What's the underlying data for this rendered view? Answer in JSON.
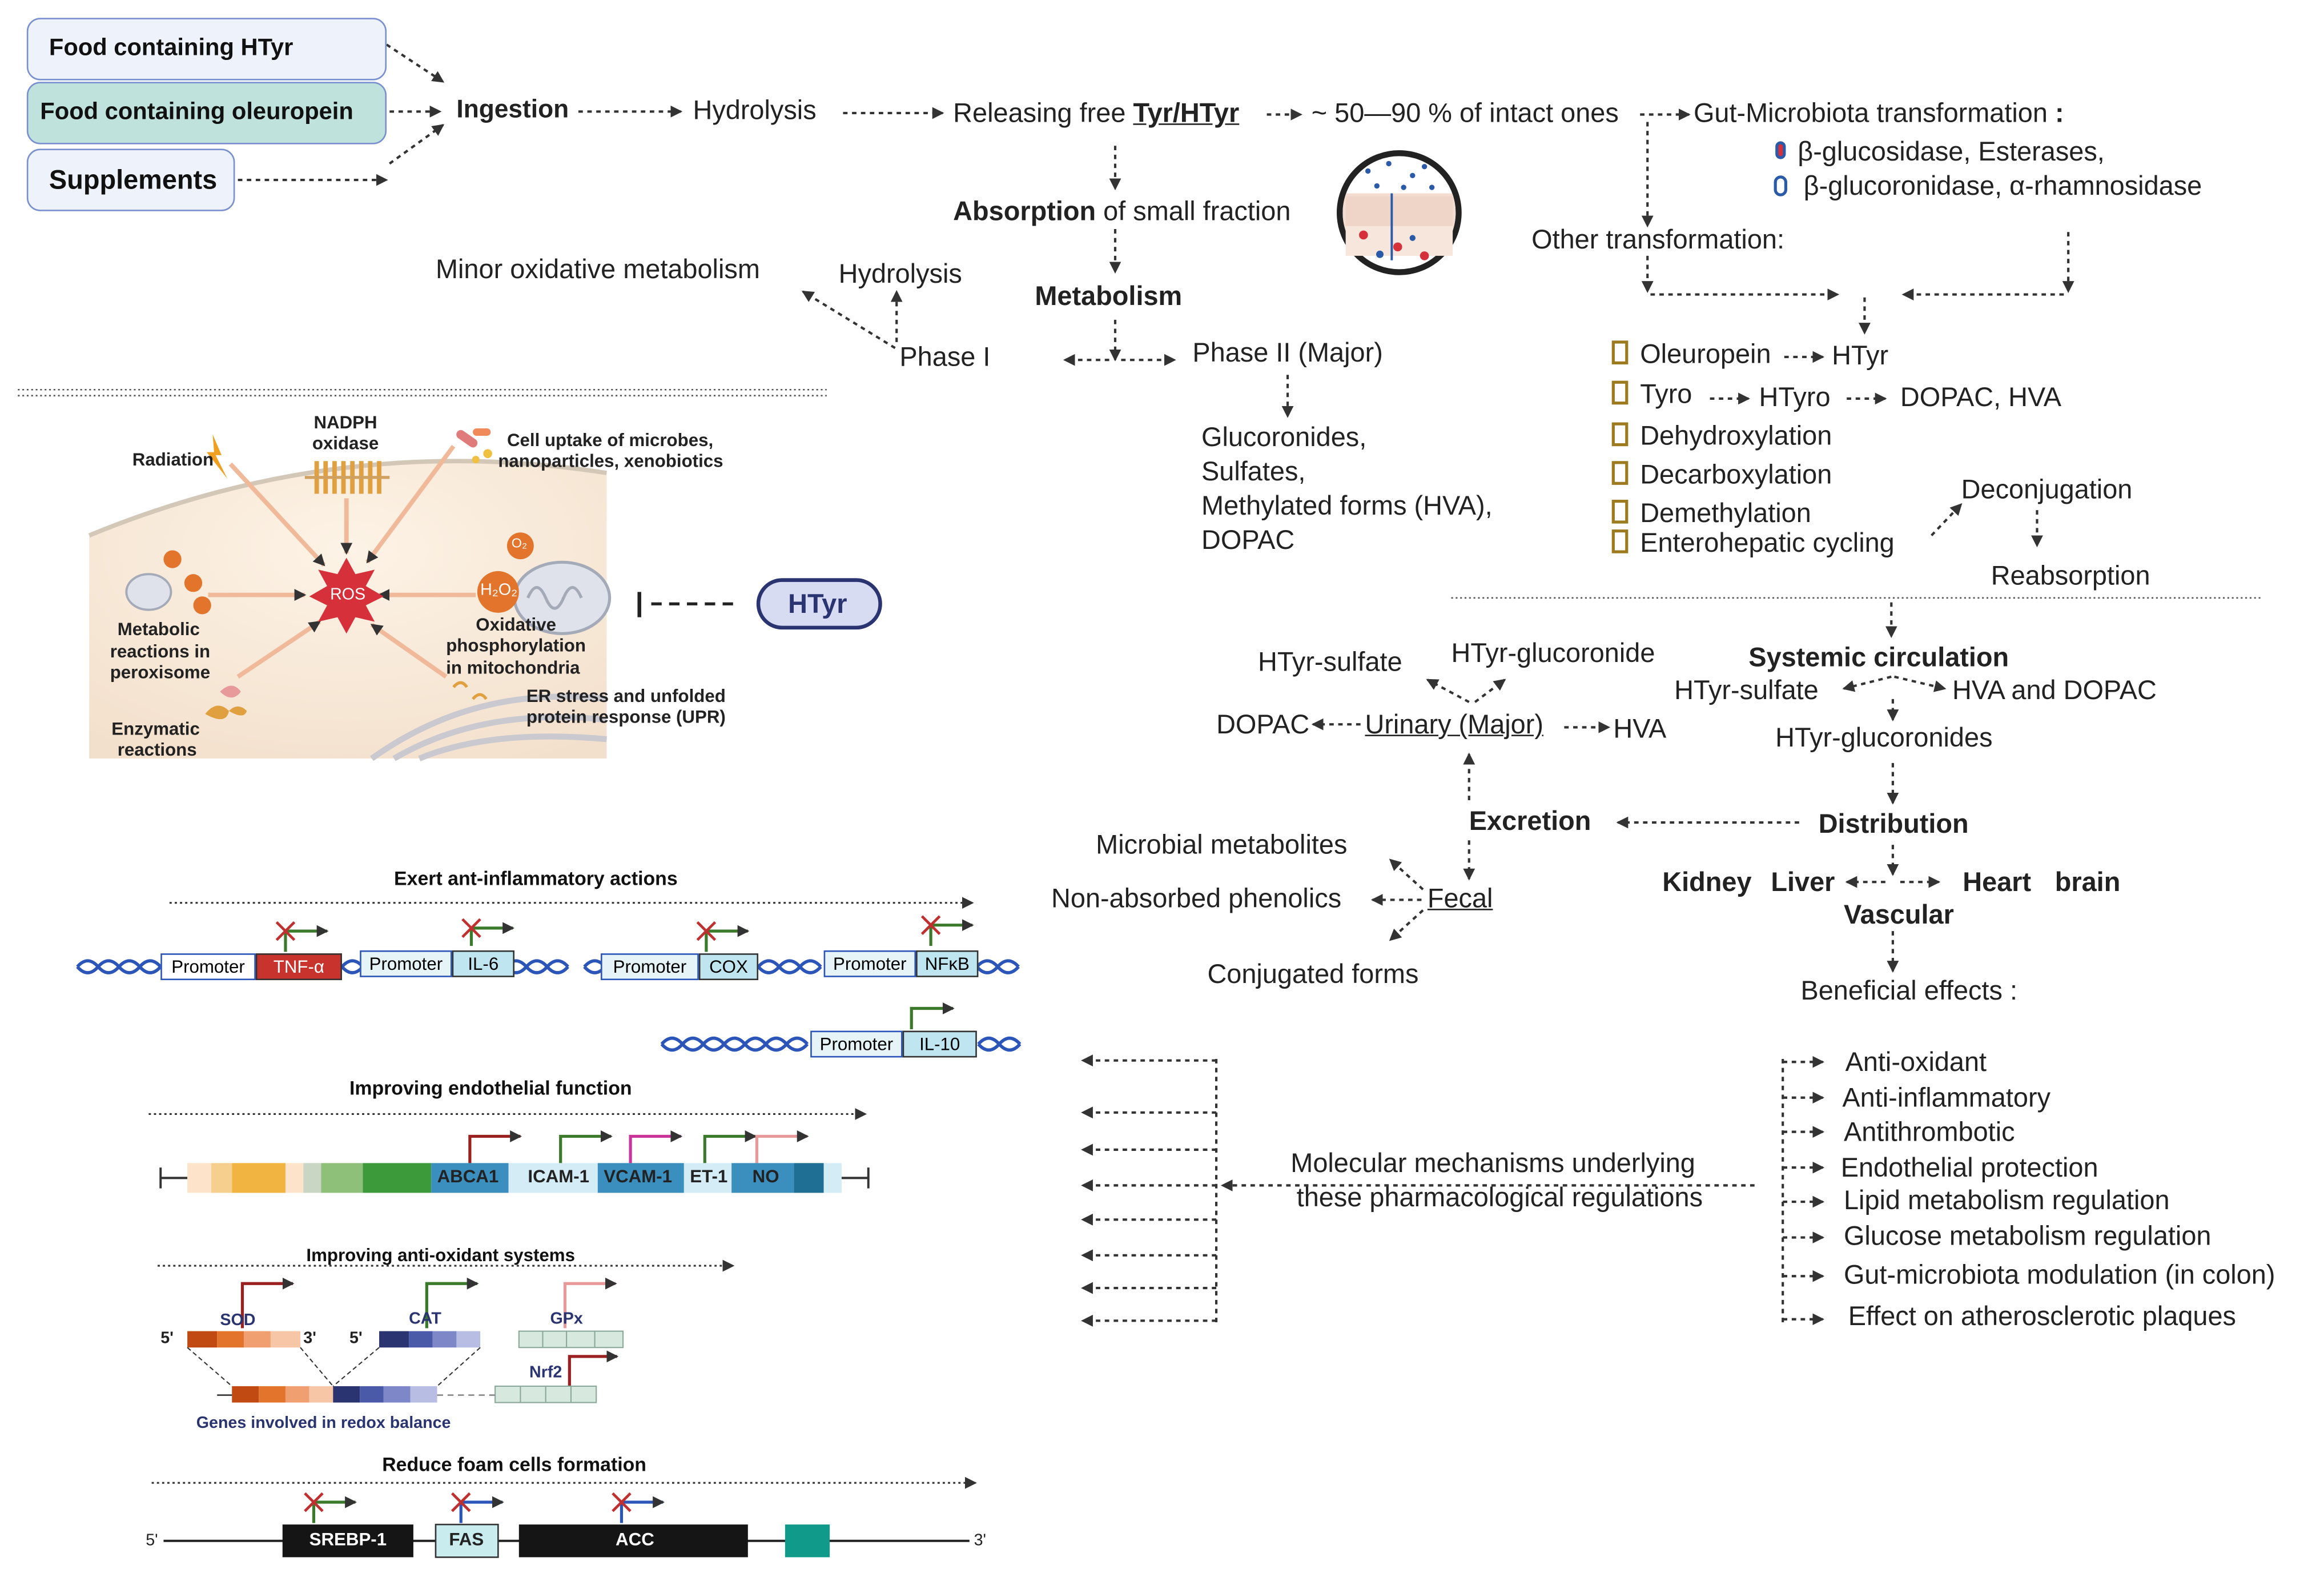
{
  "sources": {
    "food_htyr": "Food containing HTyr",
    "food_oleuropein": "Food containing oleuropein",
    "supplements": "Supplements"
  },
  "flow": {
    "ingestion": "Ingestion",
    "hydrolysis": "Hydrolysis",
    "releasing_pre": "Releasing free ",
    "releasing_bold": "Tyr/HTyr",
    "intact": "~ 50—90 % of intact ones",
    "gut_transform": "Gut-Microbiota transformation",
    "gut_colon": ":",
    "enzymes_1": "β-glucosidase, Esterases,",
    "enzymes_2": "β-glucoronidase, α-rhamnosidase",
    "absorption_bold": "Absorption",
    "absorption_rest": " of small fraction",
    "metabolism": "Metabolism",
    "minor_oxidative": "Minor oxidative metabolism",
    "hydrolysis_2": "Hydrolysis",
    "phase1": "Phase I",
    "phase2": "Phase II (Major)",
    "phase2_products": [
      "Glucoronides,",
      "Sulfates,",
      "Methylated forms (HVA),",
      "DOPAC"
    ],
    "other_transformation": "Other transformation:",
    "htyr_top": "HTyr",
    "oleuropein": "Oleuropein",
    "htyr_2": "HTyr",
    "tyro": "Tyro",
    "htyro": "HTyro",
    "dopac_hva": "DOPAC, HVA",
    "dehydroxylation": "Dehydroxylation",
    "decarboxylation": "Decarboxylation",
    "demethylation": "Demethylation",
    "enterohepatic": "Enterohepatic cycling",
    "deconjugation": "Deconjugation",
    "reabsorption": "Reabsorption"
  },
  "circulation": {
    "systemic": "Systemic circulation",
    "htyr_sulfate_r": "HTyr-sulfate",
    "hva_dopac": "HVA and DOPAC",
    "htyr_glucoronides": "HTyr-glucoronides",
    "htyr_sulfate_l": "HTyr-sulfate",
    "htyr_glucoronide": "HTyr-glucoronide",
    "dopac": "DOPAC",
    "urinary": "Urinary (Major)",
    "hva": "HVA",
    "excretion": "Excretion",
    "distribution": "Distribution",
    "microbial": "Microbial metabolites",
    "non_absorbed": "Non-absorbed phenolics",
    "fecal": "Fecal",
    "conjugated": "Conjugated forms",
    "kidney": "Kidney",
    "liver": "Liver",
    "heart": "Heart",
    "brain": "brain",
    "vascular": "Vascular",
    "beneficial": "Beneficial effects :",
    "effects": [
      "Anti-oxidant",
      "Anti-inflammatory",
      "Antithrombotic",
      "Endothelial protection",
      "Lipid metabolism regulation",
      "Glucose metabolism regulation",
      "Gut-microbiota modulation (in colon)",
      "Effect on atherosclerotic plaques"
    ],
    "molecular_1": "Molecular mechanisms underlying",
    "molecular_2": "these pharmacological regulations"
  },
  "ros_panel": {
    "radiation": "Radiation",
    "nadph": "NADPH",
    "oxidase": "oxidase",
    "cell_uptake_1": "Cell uptake of microbes,",
    "cell_uptake_2": "nanoparticles, xenobiotics",
    "ros": "ROS",
    "o2": "O₂",
    "h2o2": "H₂O₂",
    "metabolic_1": "Metabolic",
    "metabolic_2": "reactions in",
    "metabolic_3": "peroxisome",
    "oxidative_1": "Oxidative",
    "oxidative_2": "phosphorylation",
    "oxidative_3": "in mitochondria",
    "er_1": "ER stress and unfolded",
    "er_2": "protein response (UPR)",
    "enzymatic_1": "Enzymatic",
    "enzymatic_2": "reactions",
    "htyr": "HTyr"
  },
  "mechanisms": {
    "anti_inflammatory": "Exert ant-inflammatory actions",
    "promoter": "Promoter",
    "tnf": "TNF-α",
    "il6": "IL-6",
    "cox": "COX",
    "nfkb": "NFκB",
    "il10": "IL-10",
    "endothelial": "Improving endothelial function",
    "abca1": "ABCA1",
    "icam1": "ICAM-1",
    "vcam1": "VCAM-1",
    "et1": "ET-1",
    "no": "NO",
    "antioxidant": "Improving anti-oxidant systems",
    "sod": "SOD",
    "cat": "CAT",
    "gpx": "GPx",
    "nrf2": "Nrf2",
    "five_prime": "5'",
    "three_prime": "3'",
    "redox": "Genes involved in redox balance",
    "foam": "Reduce foam cells formation",
    "srebp": "SREBP-1",
    "fas": "FAS",
    "acc": "ACC"
  },
  "colors": {
    "arrow": "#333333",
    "box_border": "#7a8fd0",
    "box_fill_light": "#eef3fb",
    "box_fill_teal": "#bfe3dc",
    "ros_red": "#d6303a",
    "legend_gold": "#9c7a1d",
    "htyr_pill": "#d8dcf2"
  }
}
